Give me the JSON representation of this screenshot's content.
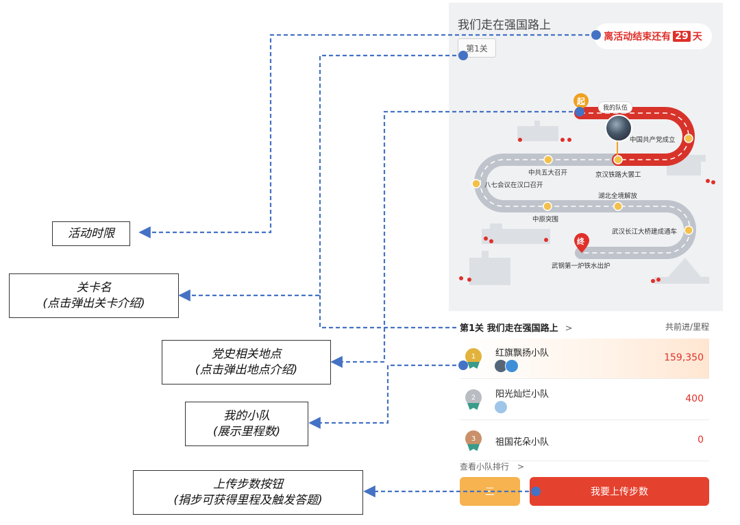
{
  "phone": {
    "title": "我们走在强国路上",
    "countdown": {
      "prefix": "离活动结束还有",
      "days": "29",
      "suffix": "天"
    },
    "level_tag": "第1关",
    "map": {
      "start_marker": "起",
      "end_marker": "终",
      "my_team_tag": "我的队伍",
      "locations": [
        "中国共产党成立",
        "京汉铁路大罢工",
        "中共五大召开",
        "八七会议在汉口召开",
        "湖北全境解放",
        "中原突围",
        "武汉长江大桥建成通车",
        "武钢第一炉铁水出炉"
      ]
    },
    "leaderboard": {
      "header": "第1关 我们走在强国路上",
      "chevron": ">",
      "column_label": "共前进/里程",
      "rows": [
        {
          "rank": "1",
          "name": "红旗飘扬小队",
          "value": "159,350"
        },
        {
          "rank": "2",
          "name": "阳光灿烂小队",
          "value": "400"
        },
        {
          "rank": "3",
          "name": "祖国花朵小队",
          "value": "0"
        }
      ],
      "more_label": "查看小队排行",
      "more_chevron": ">"
    },
    "buttons": {
      "left_label": "三",
      "upload_label": "我要上传步数"
    }
  },
  "annotations": {
    "time_limit": "活动时限",
    "level_name": {
      "line1": "关卡名",
      "line2": "(点击弹出关卡介绍)"
    },
    "locations": {
      "line1": "党史相关地点",
      "line2": "(点击弹出地点介绍)"
    },
    "my_team": {
      "line1": "我的小队",
      "line2": "(展示里程数)"
    },
    "upload": {
      "line1": "上传步数按钮",
      "line2": "(捐步可获得里程及触发答题)"
    }
  },
  "colors": {
    "accent_red": "#e0302a",
    "route_red": "#d8332a",
    "route_gray": "#bfc4cc",
    "connector_blue": "#4472c4",
    "upload_button": "#e5412f",
    "left_button": "#f6b34f"
  }
}
